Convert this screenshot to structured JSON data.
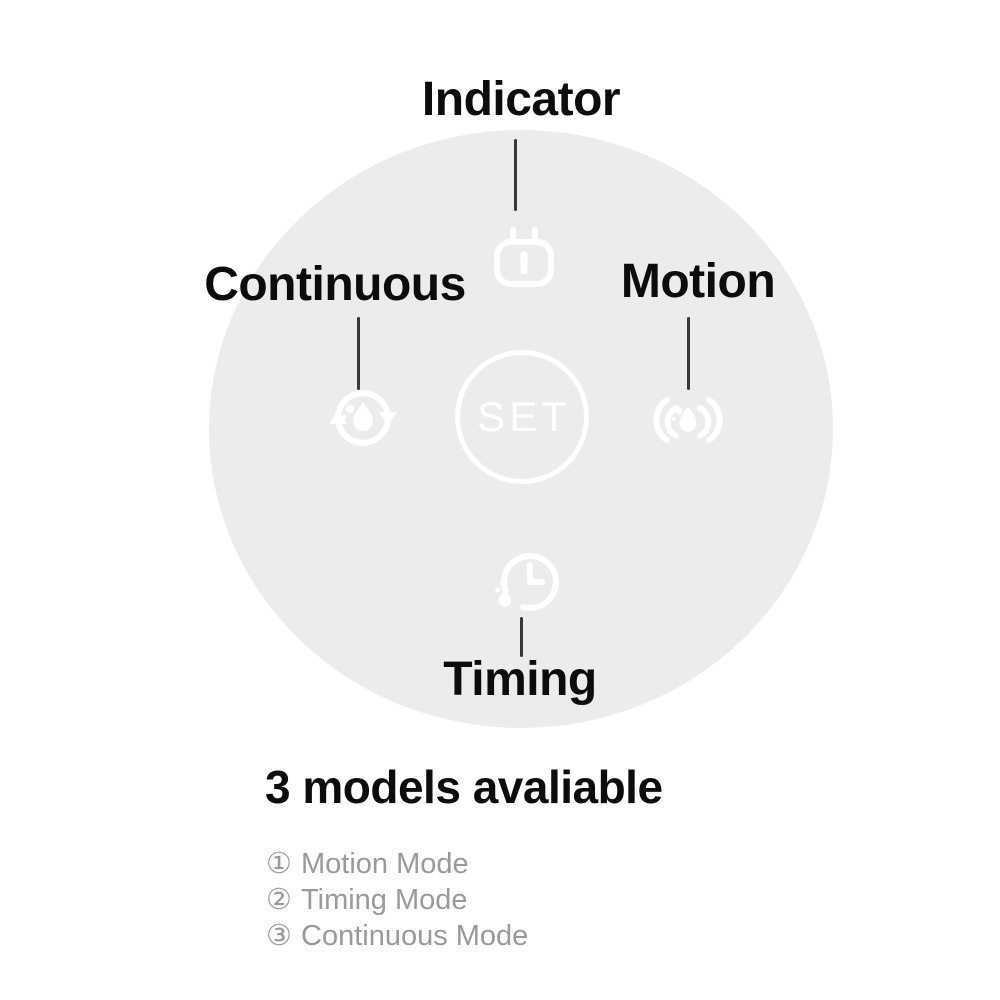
{
  "panel": {
    "set_button": "SET",
    "labels": {
      "indicator": "Indicator",
      "continuous": "Continuous",
      "motion": "Motion",
      "timing": "Timing"
    },
    "icons": [
      "plug-indicator-icon",
      "continuous-cycle-icon",
      "motion-sensor-icon",
      "timer-clock-icon"
    ]
  },
  "footer": {
    "heading": "3 models avaliable",
    "modes": [
      {
        "number": "①",
        "name": "Motion Mode"
      },
      {
        "number": "②",
        "name": "Timing Mode"
      },
      {
        "number": "③",
        "name": "Continuous Mode"
      }
    ]
  },
  "colors": {
    "background": "#ffffff",
    "device_circle": "#ececec",
    "icon": "#ffffff",
    "connector_line": "#383838",
    "label_text": "#0c0c0c",
    "muted_text": "#9a9a9a"
  }
}
